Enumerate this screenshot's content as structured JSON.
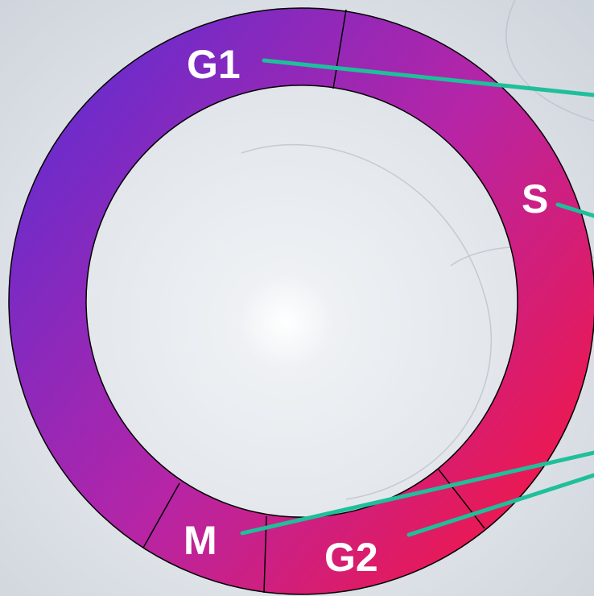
{
  "colors": {
    "ring_start": "#6a2ccc",
    "ring_mid": "#b625a6",
    "ring_end": "#f21747",
    "leader_line": "#1fbf9a",
    "outline": "#000000",
    "label_text": "#ffffff"
  },
  "phases": [
    {
      "id": "g1",
      "label": "G1"
    },
    {
      "id": "s",
      "label": "S"
    },
    {
      "id": "g2",
      "label": "G2"
    },
    {
      "id": "m",
      "label": "M"
    }
  ]
}
